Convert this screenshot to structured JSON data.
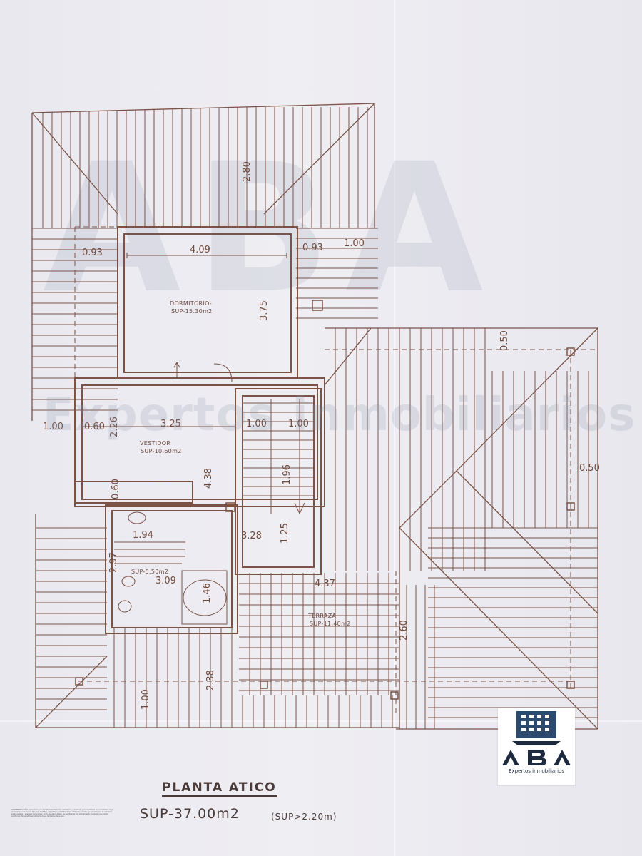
{
  "plan": {
    "dimensions": [
      "2.80",
      "0.93",
      "4.09",
      "0.93",
      "1.00",
      "3.75",
      "0.50",
      "1.00",
      "0.60",
      "3.25",
      "2.26",
      "1.00",
      "1.00",
      "1.96",
      "0.50",
      "4.38",
      "0.60",
      "1.94",
      "3.28",
      "1.25",
      "2.97",
      "3.09",
      "1.46",
      "4.37",
      "2.60",
      "2.38",
      "1.00"
    ],
    "rooms": [
      {
        "name": "DORMITORIO-",
        "area": "SUP-15.30m2"
      },
      {
        "name": "VESTIDOR",
        "area": "SUP-10.60m2"
      },
      {
        "name": "SUP-5.50m2"
      },
      {
        "name": "TERRAZA",
        "area": "SUP-11.40m2"
      }
    ]
  },
  "title": "PLANTA ATICO",
  "total": "SUP-37.00m2",
  "note": "(SUP>2.20m)",
  "watermark": "Expertos inmobiliarios",
  "watermark_big": "ABA",
  "disclaimer": "ADVERTENCIA: Este plano tiene un carácter estrictamente orientativo y comercial y no constituye documentación legal vinculante ni de ningún tipo. Las medidas, superficies y distribuciones reflejadas pueden no coincidir con la realidad y están sujetas a posibles variaciones. Todos los datos deben ser verificados por el interesado mediante los medios oportunos. No se admiten reclamaciones derivadas de su uso.",
  "logo": {
    "text": "Expertos inmobiliarios",
    "brand": "ABA"
  },
  "colors": {
    "lines": "#7a5346",
    "paper": "#ecebf1",
    "logo_navy": "#1d2a3e"
  }
}
